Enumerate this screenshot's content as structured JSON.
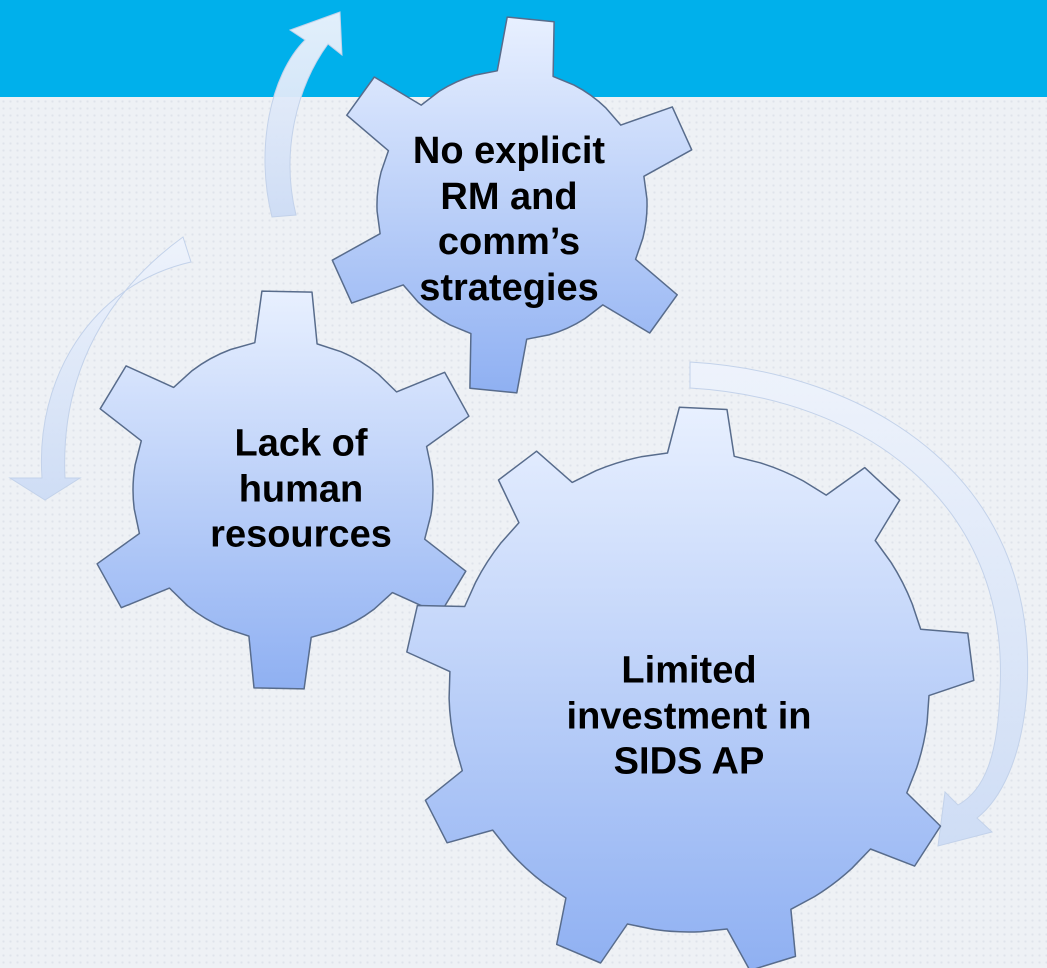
{
  "colors": {
    "banner": "#00b0eb",
    "gear_light": "#e8f0ff",
    "gear_dark": "#8fb0f2",
    "gear_stroke": "#586c8c",
    "arrow_fill": "#cddcf5",
    "background": "#eef1f5"
  },
  "gears": {
    "top": {
      "label": "No explicit\nRM and\ncomm’s\nstrategies",
      "icon": "gear-icon"
    },
    "left": {
      "label": "Lack of\nhuman\nresources",
      "icon": "gear-icon"
    },
    "large": {
      "label": "Limited\ninvestment in\nSIDS AP",
      "icon": "gear-icon"
    }
  },
  "arrows": {
    "top": {
      "icon": "curved-arrow-icon"
    },
    "left": {
      "icon": "curved-arrow-icon"
    },
    "right": {
      "icon": "curved-arrow-icon"
    }
  }
}
